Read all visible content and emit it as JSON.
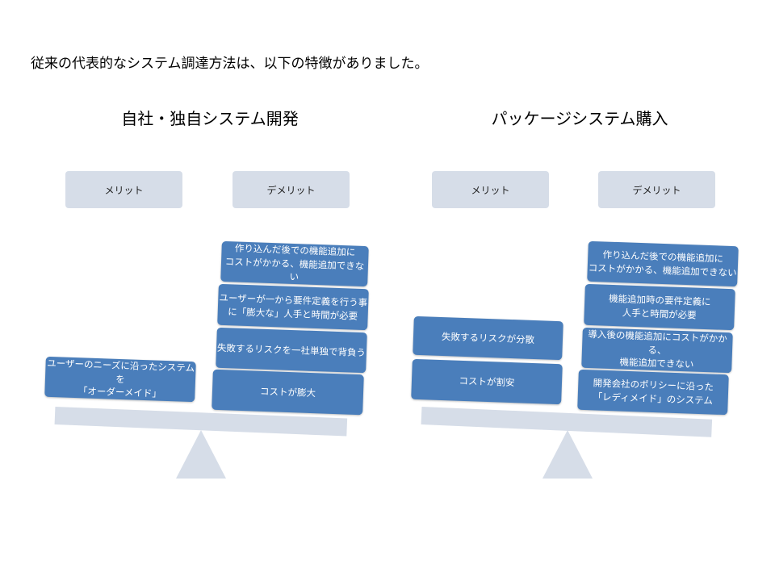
{
  "intro": "従来の代表的なシステム調達方法は、以下の特徴がありました。",
  "scales": [
    {
      "title": "自社・独自システム開発",
      "merit_label": "メリット",
      "demerit_label": "デメリット",
      "merits": [
        "ユーザーのニーズに沿ったシステムを\n「オーダーメイド」"
      ],
      "demerits": [
        "作り込んだ後での機能追加に\nコストがかかる、機能追加できない",
        "ユーザーが一から要件定義を行う事\nに「膨大な」人手と時間が必要",
        "失敗するリスクを一社単独で背負う",
        "コストが膨大"
      ]
    },
    {
      "title": "パッケージシステム購入",
      "merit_label": "メリット",
      "demerit_label": "デメリット",
      "merits": [
        "失敗するリスクが分散",
        "コストが割安"
      ],
      "demerits": [
        "作り込んだ後での機能追加に\nコストがかかる、機能追加できない",
        "機能追加時の要件定義に\n人手と時間が必要",
        "導入後の機能追加にコストがかかる、\n機能追加できない",
        "開発会社のポリシーに沿った\n「レディメイド」のシステム"
      ]
    }
  ]
}
